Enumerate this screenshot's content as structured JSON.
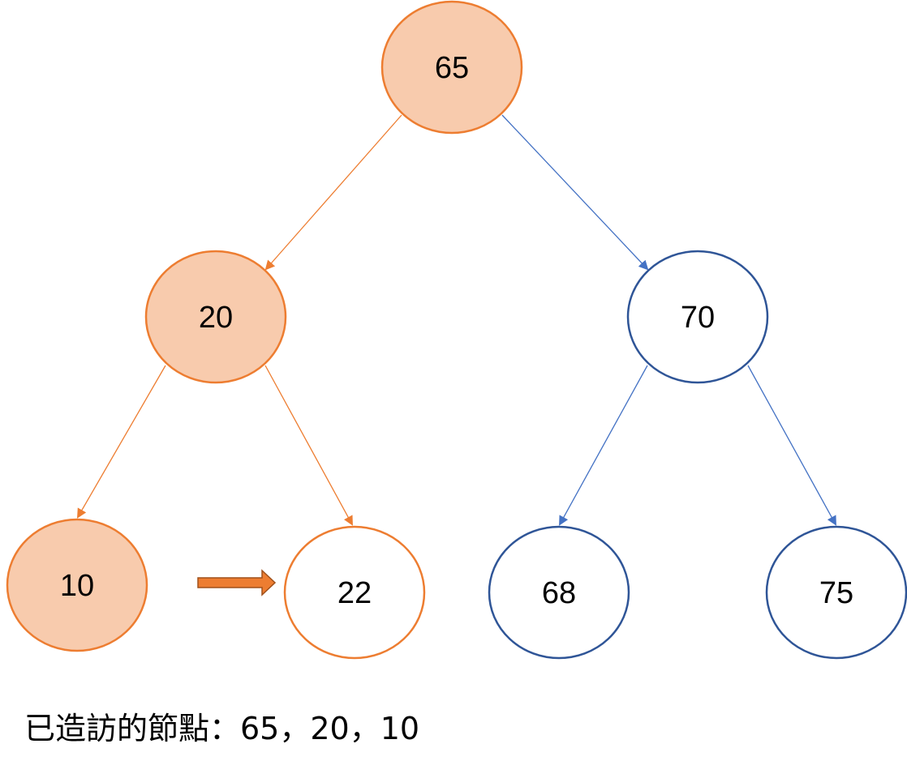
{
  "colors": {
    "visited_fill": "#f8cbad",
    "visited_stroke": "#ed7d31",
    "unvisited_fill": "#ffffff",
    "unvisited_stroke": "#2f5597",
    "orange_edge": "#ed7d31",
    "blue_edge": "#4472c4",
    "pointer_arrow": "#ed7d31"
  },
  "nodes": [
    {
      "id": "n65",
      "label": "65",
      "state": "visited"
    },
    {
      "id": "n20",
      "label": "20",
      "state": "visited"
    },
    {
      "id": "n70",
      "label": "70",
      "state": "unvisited"
    },
    {
      "id": "n10",
      "label": "10",
      "state": "visited"
    },
    {
      "id": "n22",
      "label": "22",
      "state": "current"
    },
    {
      "id": "n68",
      "label": "68",
      "state": "unvisited"
    },
    {
      "id": "n75",
      "label": "75",
      "state": "unvisited"
    }
  ],
  "edges": [
    {
      "from": "n65",
      "to": "n20",
      "color": "orange"
    },
    {
      "from": "n65",
      "to": "n70",
      "color": "blue"
    },
    {
      "from": "n20",
      "to": "n10",
      "color": "orange"
    },
    {
      "from": "n20",
      "to": "n22",
      "color": "orange"
    },
    {
      "from": "n70",
      "to": "n68",
      "color": "blue"
    },
    {
      "from": "n70",
      "to": "n75",
      "color": "blue"
    }
  ],
  "caption": {
    "text": "已造訪的節點：65，20，10"
  }
}
